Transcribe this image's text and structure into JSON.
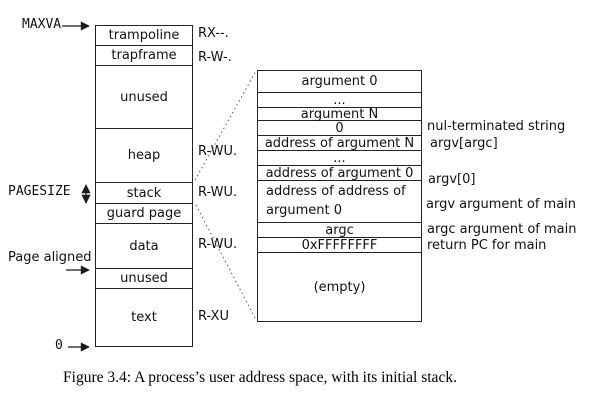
{
  "colors": {
    "ink": "#1a1a1a",
    "background": "#ffffff"
  },
  "diagram": {
    "left_labels": {
      "maxva": "MAXVA",
      "pagesize": "PAGESIZE",
      "page_aligned": "Page aligned",
      "zero": "0"
    },
    "memory_column": {
      "segments": [
        {
          "label": "trampoline",
          "perm": "RX--."
        },
        {
          "label": "trapframe",
          "perm": "R-W-."
        },
        {
          "label": "unused",
          "perm": ""
        },
        {
          "label": "heap",
          "perm": "R-WU."
        },
        {
          "label": "stack",
          "perm": "R-WU."
        },
        {
          "label": "guard page",
          "perm": ""
        },
        {
          "label": "data",
          "perm": "R-WU."
        },
        {
          "label": "unused",
          "perm": ""
        },
        {
          "label": "text",
          "perm": "R-XU"
        }
      ]
    },
    "stack_detail": {
      "rows": [
        "argument 0",
        "...",
        "argument N",
        "0",
        "address of argument N",
        "...",
        "address of argument 0",
        "address of address of argument 0",
        "argc",
        "0xFFFFFFFF",
        "(empty)"
      ],
      "annotations": [
        "nul-terminated string",
        "argv[argc]",
        "argv[0]",
        "argv argument of main",
        "argc argument of main",
        "return PC for main"
      ]
    }
  },
  "caption": "Figure 3.4: A process’s user address space, with its initial stack."
}
